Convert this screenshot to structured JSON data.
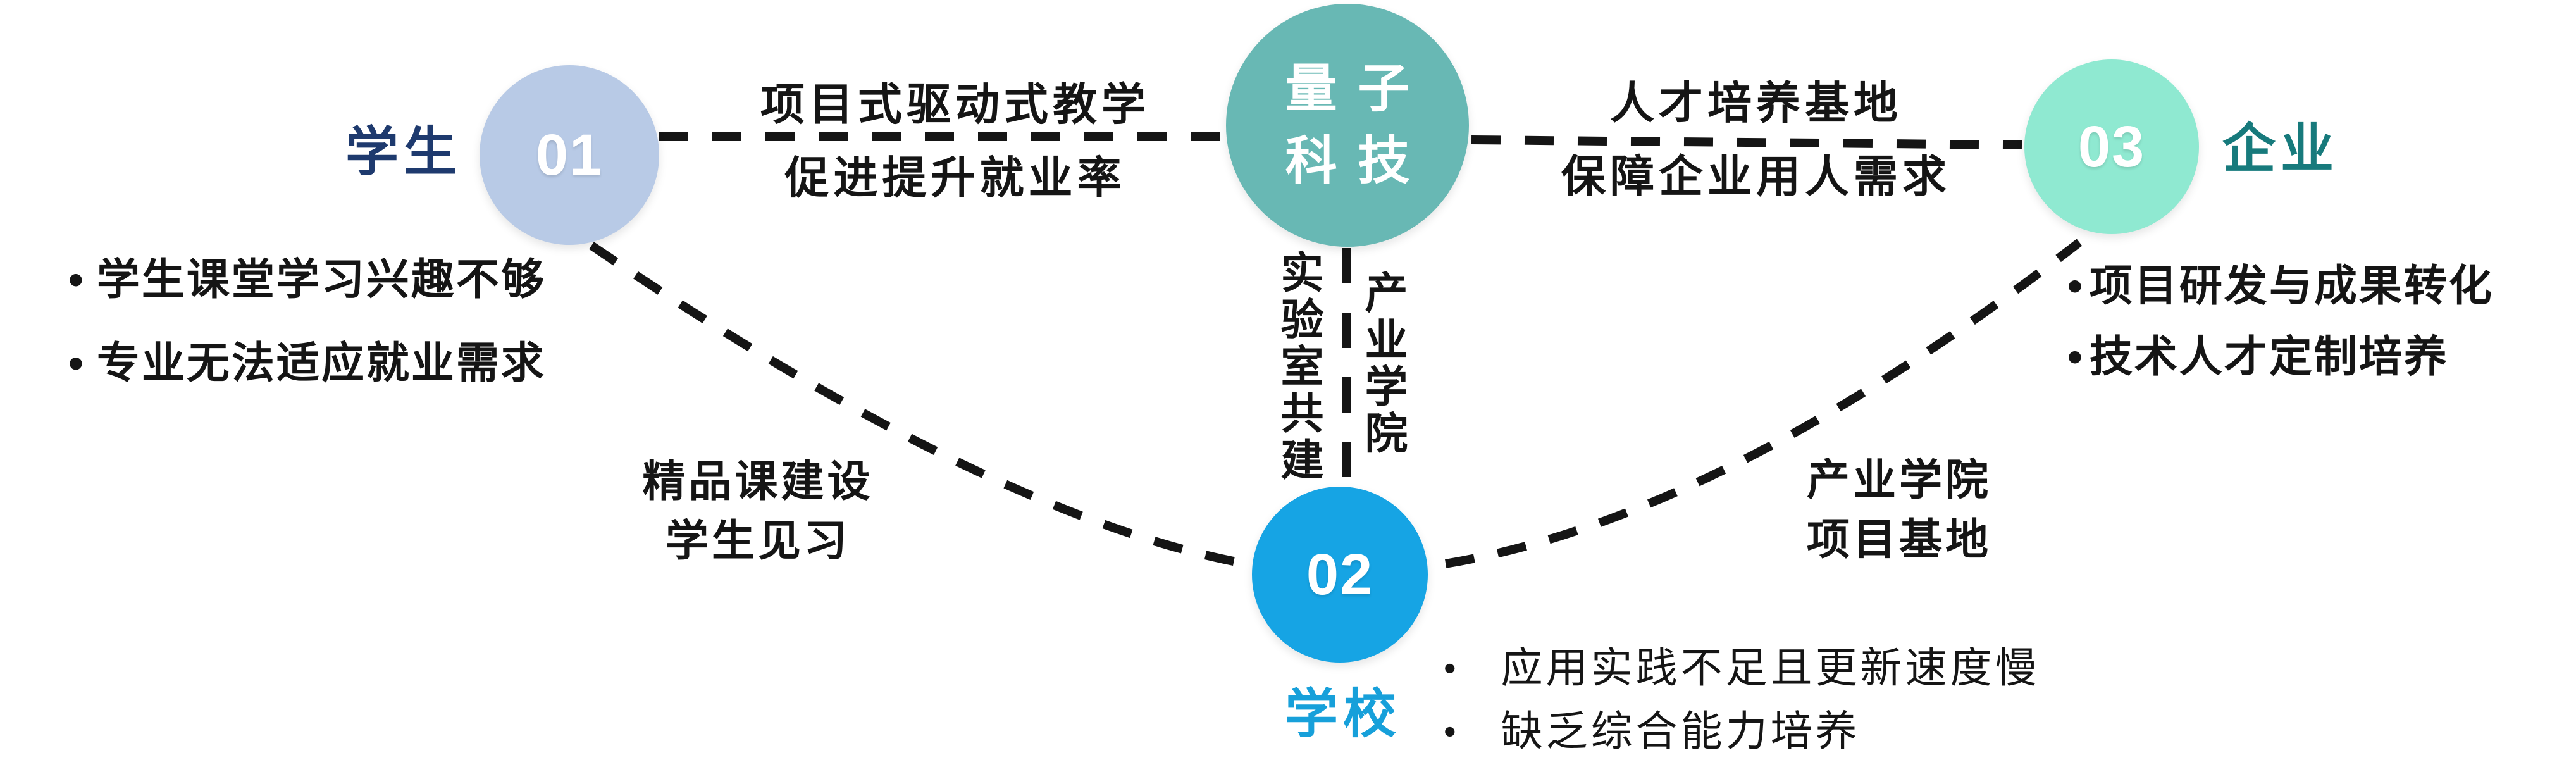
{
  "palette": {
    "node01": "#b8cae6",
    "node02": "#16a4e4",
    "node03": "#8fe9d1",
    "center": "#68b8b4",
    "student_label": "#1e3a6e",
    "school_label": "#17a0da",
    "enterprise_label": "#177a7c",
    "line": "#151515"
  },
  "ui": {
    "bullet_char": "•"
  },
  "center_node": {
    "line1": "量 子",
    "line2": "科 技"
  },
  "nodes": {
    "student": {
      "number": "01",
      "label": "学生"
    },
    "school": {
      "number": "02",
      "label": "学校"
    },
    "enterprise": {
      "number": "03",
      "label": "企业"
    }
  },
  "connections": {
    "student_center": {
      "line1": "项目式驱动式教学",
      "line2": "促进提升就业率"
    },
    "center_enterprise": {
      "line1": "人才培养基地",
      "line2": "保障企业用人需求"
    },
    "center_school": {
      "left_vertical": "实验室共建",
      "right_vertical": "产业学院"
    },
    "student_school": {
      "line1": "精品课建设",
      "line2": "学生见习"
    },
    "school_enterprise": {
      "line1": "产业学院",
      "line2": "项目基地"
    }
  },
  "bullets": {
    "student": [
      "学生课堂学习兴趣不够",
      "专业无法适应就业需求"
    ],
    "enterprise": [
      "项目研发与成果转化",
      "技术人才定制培养"
    ],
    "school": [
      "应用实践不足且更新速度慢",
      "缺乏综合能力培养"
    ]
  }
}
